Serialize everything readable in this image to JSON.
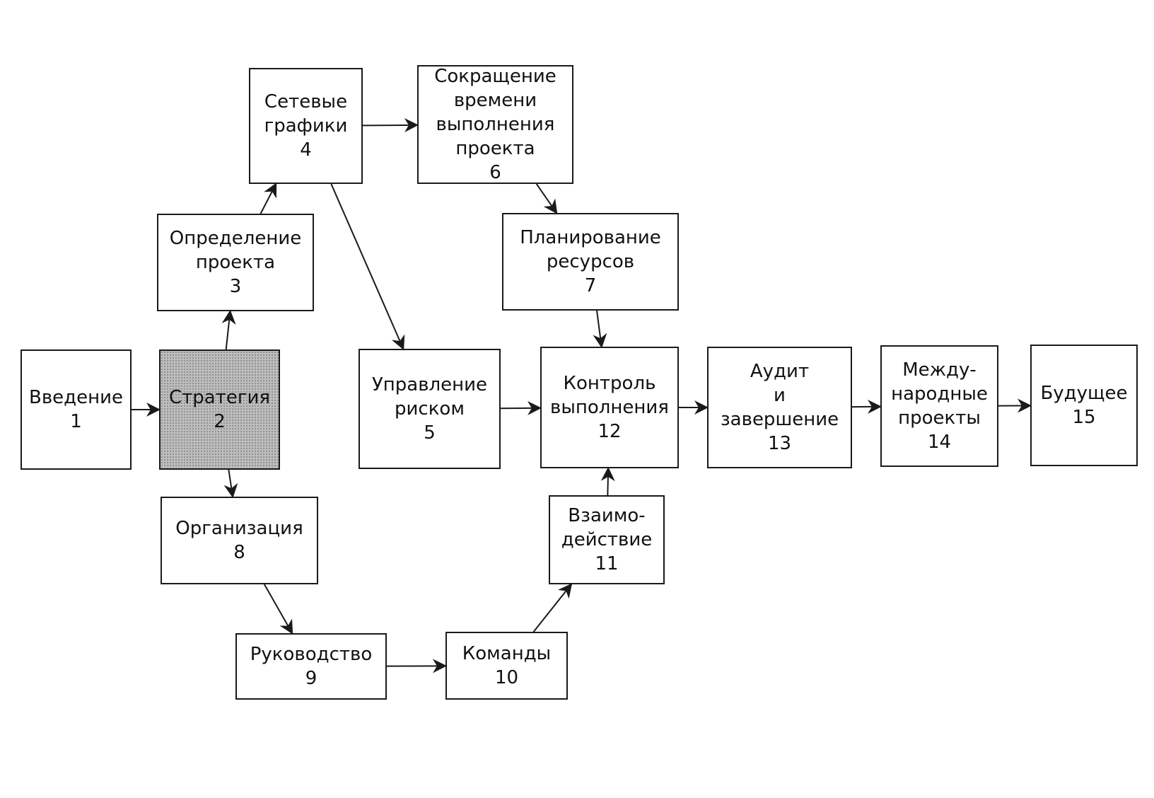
{
  "nodes": [
    {
      "id": "n1",
      "label": "Введение",
      "num": "1"
    },
    {
      "id": "n2",
      "label": "Стратегия",
      "num": "2"
    },
    {
      "id": "n3",
      "label": "Определение\nпроекта",
      "num": "3"
    },
    {
      "id": "n4",
      "label": "Сетевые\nграфики",
      "num": "4"
    },
    {
      "id": "n5",
      "label": "Управление\nриском",
      "num": "5"
    },
    {
      "id": "n6",
      "label": "Сокращение\nвремени\nвыполнения\nпроекта",
      "num": "6"
    },
    {
      "id": "n7",
      "label": "Планирование\nресурсов",
      "num": "7"
    },
    {
      "id": "n8",
      "label": "Организация",
      "num": "8"
    },
    {
      "id": "n9",
      "label": "Руководство",
      "num": "9"
    },
    {
      "id": "n10",
      "label": "Команды",
      "num": "10"
    },
    {
      "id": "n11",
      "label": "Взаимо-\nдействие",
      "num": "11"
    },
    {
      "id": "n12",
      "label": "Контроль\nвыполнения",
      "num": "12"
    },
    {
      "id": "n13",
      "label": "Аудит\nи\nзавершение",
      "num": "13"
    },
    {
      "id": "n14",
      "label": "Между-\nнародные\nпроекты",
      "num": "14"
    },
    {
      "id": "n15",
      "label": "Будущее",
      "num": "15"
    }
  ],
  "edges": [
    {
      "from": "n1",
      "to": "n2"
    },
    {
      "from": "n2",
      "to": "n3"
    },
    {
      "from": "n3",
      "to": "n4"
    },
    {
      "from": "n4",
      "to": "n6"
    },
    {
      "from": "n4",
      "to": "n5"
    },
    {
      "from": "n6",
      "to": "n7"
    },
    {
      "from": "n7",
      "to": "n12"
    },
    {
      "from": "n5",
      "to": "n12"
    },
    {
      "from": "n2",
      "to": "n8"
    },
    {
      "from": "n8",
      "to": "n9"
    },
    {
      "from": "n9",
      "to": "n10"
    },
    {
      "from": "n10",
      "to": "n11"
    },
    {
      "from": "n11",
      "to": "n12"
    },
    {
      "from": "n12",
      "to": "n13"
    },
    {
      "from": "n13",
      "to": "n14"
    },
    {
      "from": "n14",
      "to": "n15"
    }
  ],
  "colors": {
    "line": "#1a1a1a",
    "shaded_node": "#bdbdbd"
  }
}
